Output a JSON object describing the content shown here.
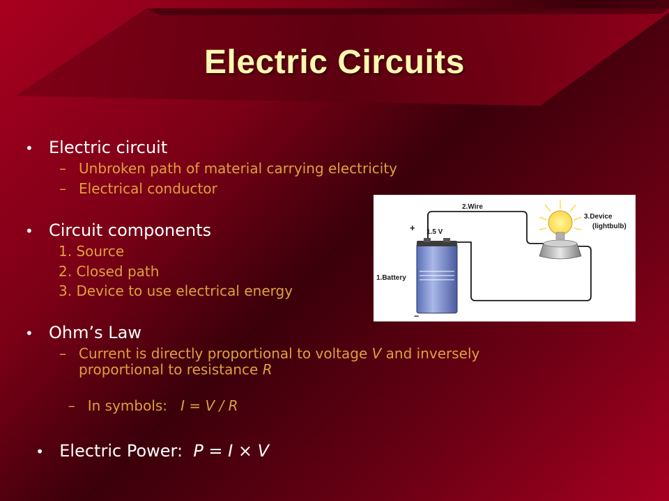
{
  "slide": {
    "title": "Electric Circuits",
    "bullets": [
      {
        "text": "Electric circuit",
        "subs": [
          "Unbroken path of material carrying electricity",
          "Electrical conductor"
        ]
      },
      {
        "text": "Circuit components",
        "numbered": [
          "1. Source",
          "2. Closed path",
          "3. Device to use electrical energy"
        ]
      },
      {
        "text": "Ohm’s Law",
        "subs": [
          {
            "parts": [
              "Current is directly proportional to voltage ",
              "V",
              " and inversely"
            ]
          },
          {
            "parts": [
              "proportional to resistance ",
              "R"
            ]
          },
          {
            "parts": [
              "In symbols:   ",
              "I = V / R"
            ]
          }
        ]
      },
      {
        "parts": [
          "Electric Power:  ",
          "P = I × V"
        ]
      }
    ]
  },
  "diagram": {
    "wire_label": "2.Wire",
    "device_label": "3.Device",
    "device_sub_label": "(lightbulb)",
    "battery_label": "1.Battery",
    "voltage_label": "1.5 V",
    "plus_label": "+",
    "minus_label": "–"
  },
  "colors": {
    "title": "#fff8b0",
    "level1_text": "#ffffff",
    "level2_text": "#e0a040",
    "background_dark": "#3a000a",
    "background_red": "#a8001f"
  }
}
